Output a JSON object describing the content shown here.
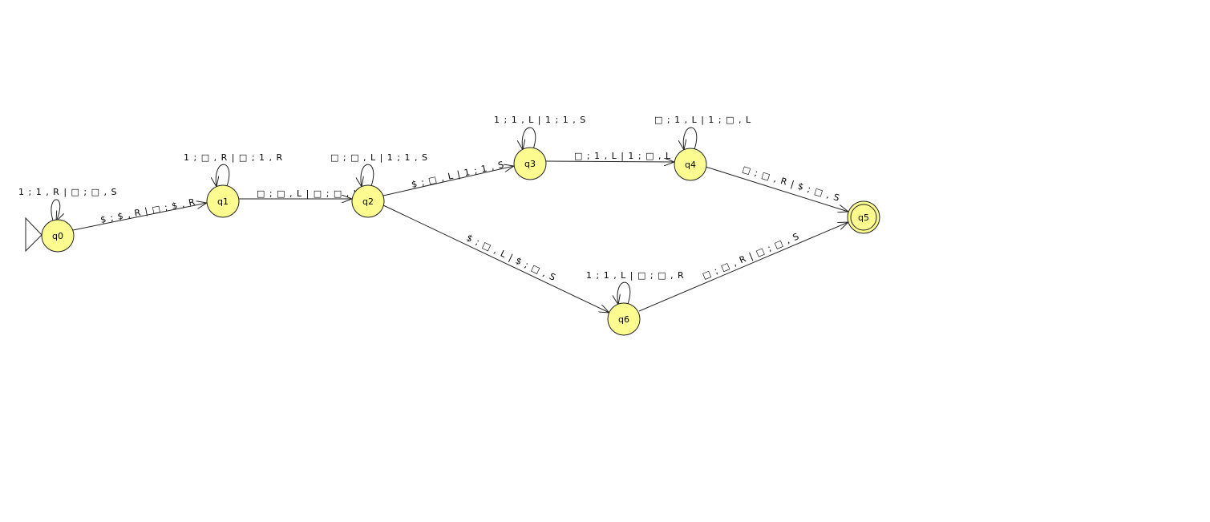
{
  "states": [
    {
      "id": "q0",
      "label": "q0",
      "initial": true,
      "final": false
    },
    {
      "id": "q1",
      "label": "q1",
      "initial": false,
      "final": false
    },
    {
      "id": "q2",
      "label": "q2",
      "initial": false,
      "final": false
    },
    {
      "id": "q3",
      "label": "q3",
      "initial": false,
      "final": false
    },
    {
      "id": "q4",
      "label": "q4",
      "initial": false,
      "final": false
    },
    {
      "id": "q5",
      "label": "q5",
      "initial": false,
      "final": true
    },
    {
      "id": "q6",
      "label": "q6",
      "initial": false,
      "final": false
    }
  ],
  "transitions": [
    {
      "from": "q0",
      "to": "q0",
      "label": "1 ; 1 , R | □ ; □ , S"
    },
    {
      "from": "q0",
      "to": "q1",
      "label": "$ ; $ , R | □ ; $ , R"
    },
    {
      "from": "q1",
      "to": "q1",
      "label": "1 ; □ , R | □ ; 1 , R"
    },
    {
      "from": "q1",
      "to": "q2",
      "label": "□ ; □ , L | □ ; □ , L"
    },
    {
      "from": "q2",
      "to": "q2",
      "label": "□ ; □ , L | 1 ; 1 , S"
    },
    {
      "from": "q2",
      "to": "q3",
      "label": "$ ; □ , L | 1 ; 1 , S"
    },
    {
      "from": "q3",
      "to": "q3",
      "label": "1 ; 1 , L | 1 ; 1 , S"
    },
    {
      "from": "q3",
      "to": "q4",
      "label": "□ ; 1 , L | 1 ; □ , L"
    },
    {
      "from": "q4",
      "to": "q4",
      "label": "□ ; 1 , L | 1 ; □ , L"
    },
    {
      "from": "q4",
      "to": "q5",
      "label": "□ ; □ , R | $ ; □ , S"
    },
    {
      "from": "q2",
      "to": "q6",
      "label": "$ ; □ , L | $ ; □ , S"
    },
    {
      "from": "q6",
      "to": "q6",
      "label": "1 ; 1 , L | □ ; □ , R"
    },
    {
      "from": "q6",
      "to": "q5",
      "label": "□ ; □ , R | □ ; □ , S"
    }
  ],
  "colors": {
    "state_fill": "#fbfb8f",
    "stroke": "#222222"
  }
}
